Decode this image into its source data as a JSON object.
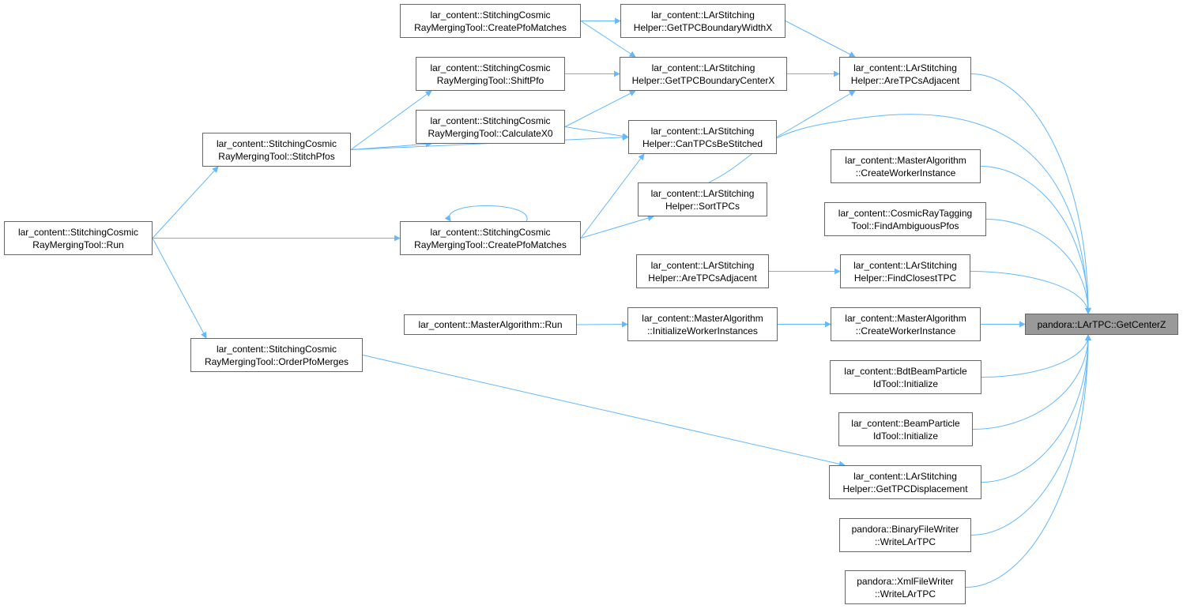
{
  "colors": {
    "edge": "#63b8ff",
    "node_border": "#666666",
    "root_fill": "#999999"
  },
  "nodes": [
    {
      "id": "root",
      "lines": [
        "pandora::LArTPC::GetCenterZ"
      ]
    },
    {
      "id": "ws_run",
      "lines": [
        "lar_content::StitchingCosmic",
        "RayMergingTool::Run"
      ]
    },
    {
      "id": "ws_stitch",
      "lines": [
        "lar_content::StitchingCosmic",
        "RayMergingTool::StitchPfos"
      ]
    },
    {
      "id": "ws_order",
      "lines": [
        "lar_content::StitchingCosmic",
        "RayMergingTool::OrderPfoMerges"
      ]
    },
    {
      "id": "ws_cpm1",
      "lines": [
        "lar_content::StitchingCosmic",
        "RayMergingTool::CreatePfoMatches"
      ]
    },
    {
      "id": "ws_shift",
      "lines": [
        "lar_content::StitchingCosmic",
        "RayMergingTool::ShiftPfo"
      ]
    },
    {
      "id": "ws_calc",
      "lines": [
        "lar_content::StitchingCosmic",
        "RayMergingTool::CalculateX0"
      ]
    },
    {
      "id": "ws_cpm2",
      "lines": [
        "lar_content::StitchingCosmic",
        "RayMergingTool::CreatePfoMatches"
      ]
    },
    {
      "id": "ma_run",
      "lines": [
        "lar_content::MasterAlgorithm::Run"
      ]
    },
    {
      "id": "h_width",
      "lines": [
        "lar_content::LArStitching",
        "Helper::GetTPCBoundaryWidthX"
      ]
    },
    {
      "id": "h_center",
      "lines": [
        "lar_content::LArStitching",
        "Helper::GetTPCBoundaryCenterX"
      ]
    },
    {
      "id": "h_can",
      "lines": [
        "lar_content::LArStitching",
        "Helper::CanTPCsBeStitched"
      ]
    },
    {
      "id": "h_sort",
      "lines": [
        "lar_content::LArStitching",
        "Helper::SortTPCs"
      ]
    },
    {
      "id": "h_adj2",
      "lines": [
        "lar_content::LArStitching",
        "Helper::AreTPCsAdjacent"
      ]
    },
    {
      "id": "ma_init",
      "lines": [
        "lar_content::MasterAlgorithm",
        "::InitializeWorkerInstances"
      ]
    },
    {
      "id": "h_adj1",
      "lines": [
        "lar_content::LArStitching",
        "Helper::AreTPCsAdjacent"
      ]
    },
    {
      "id": "ma_cwi1",
      "lines": [
        "lar_content::MasterAlgorithm",
        "::CreateWorkerInstance"
      ]
    },
    {
      "id": "crt",
      "lines": [
        "lar_content::CosmicRayTagging",
        "Tool::FindAmbiguousPfos"
      ]
    },
    {
      "id": "h_closest",
      "lines": [
        "lar_content::LArStitching",
        "Helper::FindClosestTPC"
      ]
    },
    {
      "id": "ma_cwi2",
      "lines": [
        "lar_content::MasterAlgorithm",
        "::CreateWorkerInstance"
      ]
    },
    {
      "id": "bdt",
      "lines": [
        "lar_content::BdtBeamParticle",
        "IdTool::Initialize"
      ]
    },
    {
      "id": "bpid",
      "lines": [
        "lar_content::BeamParticle",
        "IdTool::Initialize"
      ]
    },
    {
      "id": "h_disp",
      "lines": [
        "lar_content::LArStitching",
        "Helper::GetTPCDisplacement"
      ]
    },
    {
      "id": "bin_w",
      "lines": [
        "pandora::BinaryFileWriter",
        "::WriteLArTPC"
      ]
    },
    {
      "id": "xml_w",
      "lines": [
        "pandora::XmlFileWriter",
        "::WriteLArTPC"
      ]
    }
  ],
  "edges": [
    [
      "ws_run",
      "ws_stitch"
    ],
    [
      "ws_run",
      "ws_cpm2"
    ],
    [
      "ws_run",
      "ws_order"
    ],
    [
      "ws_stitch",
      "ws_shift"
    ],
    [
      "ws_stitch",
      "ws_calc"
    ],
    [
      "ws_stitch",
      "h_can"
    ],
    [
      "ws_cpm1",
      "h_width"
    ],
    [
      "ws_cpm1",
      "h_center"
    ],
    [
      "ws_shift",
      "h_center"
    ],
    [
      "ws_calc",
      "h_center"
    ],
    [
      "ws_calc",
      "h_can"
    ],
    [
      "ws_cpm2",
      "ws_cpm2"
    ],
    [
      "ws_cpm2",
      "h_can"
    ],
    [
      "ws_cpm2",
      "h_sort"
    ],
    [
      "ws_order",
      "h_disp"
    ],
    [
      "ma_run",
      "ma_init"
    ],
    [
      "h_width",
      "h_adj1"
    ],
    [
      "h_center",
      "h_adj1"
    ],
    [
      "h_can",
      "h_adj1"
    ],
    [
      "h_sort",
      "root"
    ],
    [
      "h_adj2",
      "h_closest"
    ],
    [
      "ma_init",
      "ma_cwi2"
    ],
    [
      "h_adj1",
      "root"
    ],
    [
      "ma_cwi1",
      "root"
    ],
    [
      "crt",
      "root"
    ],
    [
      "h_closest",
      "root"
    ],
    [
      "ma_cwi2",
      "root"
    ],
    [
      "bdt",
      "root"
    ],
    [
      "bpid",
      "root"
    ],
    [
      "h_disp",
      "root"
    ],
    [
      "bin_w",
      "root"
    ],
    [
      "xml_w",
      "root"
    ]
  ]
}
